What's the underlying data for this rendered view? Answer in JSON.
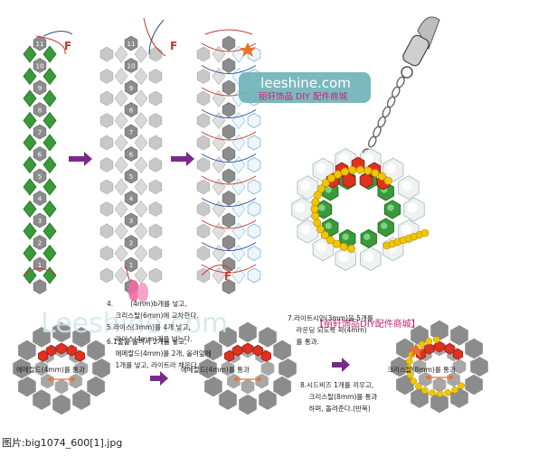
{
  "watermark": {
    "site": "leeshine.com",
    "subtitle": "丽轩饰品 DIY 配件商城",
    "bottom_site": "Leeshine.com",
    "bottom_subtitle": "【丽轩饰品DIY配件商城】"
  },
  "strip_labels": {
    "f_top_1": "F",
    "f_top_2": "F",
    "f_bottom": "F",
    "numbers": [
      "11",
      "10",
      "9",
      "8",
      "7",
      "6",
      "5",
      "4",
      "3",
      "2",
      "1"
    ]
  },
  "instructions": {
    "step_4": "4.        (4mm)b개를 넣고,\n    크리스탈(6mm)에 교차한다.\n5.라이스(3mm)를 4개 넣고,\n    라이스(4mm)개를 넣는다.",
    "step_6": "6.1줄을 올려서 2개를 넣고,\n    에메랄드(4mm)를 2개, 올려앞에\n    1개를 넣고, 라이트라 채운다.",
    "label_emerald_1": "에메랄드(4mm)를 통과",
    "label_emerald_2": "에메랄드(4mm)를 통과",
    "step_7": "7.라이트시안(3mm)을 5개를\n    라운딩 되도록 파(4mm)\n    를 통과.",
    "step_8": "8.시드비즈 1개를 끼우고,\n    크리스탈(8mm)를 통과\n    하며, 돌려준다.(반복)",
    "label_crystal": "크리스탈(8mm)를 통과"
  },
  "caption": "图片:big1074_600[1].jpg",
  "colors": {
    "green": "#3a9a3a",
    "dark_green": "#1f6e23",
    "grey_bead": "#8c8c8c",
    "light_grey": "#c8c8c8",
    "red": "#e03020",
    "yellow": "#f2c500",
    "purple_arrow": "#7a2a8a",
    "teal_badge": "#6fb3b8",
    "magenta": "#c8246e"
  }
}
